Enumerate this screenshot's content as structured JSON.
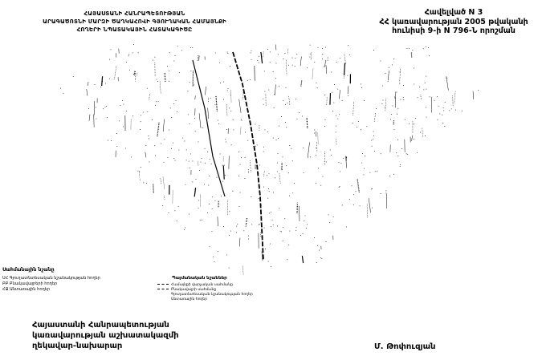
{
  "header_left": {
    "line1": "ՀԱՅԱՍՏԱՆԻ ՀԱՆՐԱՊԵՏՈՒԹՅԱՆ",
    "line2": "ԱՐԱԳԱԾՈՏՆԻ ՄԱՐԶԻ ԾԱՂԿԱՀՈՎԻ ԳՅՈՒՂԱԿԱՆ ՀԱՄԱՅՆՔԻ",
    "line3": "ՀՈՂԵՐԻ ՆՊԱՏԱԿԱՅԻՆ ՀԱՏԱԿԱԳԻԾԸ"
  },
  "header_right": {
    "line1": "Հավելված N 3",
    "line2": "ՀՀ կառավարության 2005 թվականի",
    "line3": "հունիսի 9-ի N 796-Ն որոշման"
  },
  "legend_left": {
    "title": "Սահմանային նշանը",
    "items": [
      "ՍՀ Գյուղատնտեսական նշանակության հողեր",
      "ԲԲ Բնակավայրերի հողեր",
      "ՀՋ Անտառային հողեր"
    ]
  },
  "legend_right": {
    "title": "Պայմանական նշաններ",
    "items": [
      "Համայնքի վարչական սահմանը",
      "Բնակավայրի սահմանը",
      "Գյուղատնտեսական նշանակության հողեր",
      "Անտառային հողեր"
    ]
  },
  "signature": {
    "title_line1": "Հայաստանի Հանրապետության",
    "title_line2": "կառավարության աշխատակազմի",
    "title_line3": "ղեկավար-նախարար",
    "name": "Մ. Թոփուզյան"
  }
}
